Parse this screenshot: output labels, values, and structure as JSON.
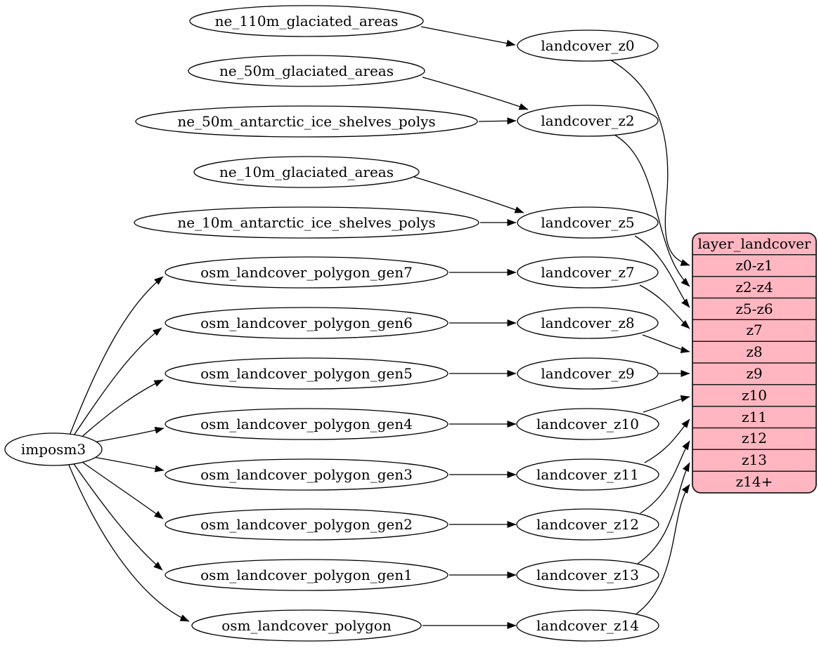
{
  "diagram_type": "graphviz-flow",
  "colors": {
    "background": "#ffffff",
    "node_fill": "#ffffff",
    "node_stroke": "#000000",
    "edge_stroke": "#000000",
    "table_fill": "#ffb6c1",
    "table_stroke": "#1a1a1a",
    "text": "#000000"
  },
  "root": {
    "label": "imposm3"
  },
  "sources": [
    "ne_110m_glaciated_areas",
    "ne_50m_glaciated_areas",
    "ne_50m_antarctic_ice_shelves_polys",
    "ne_10m_glaciated_areas",
    "ne_10m_antarctic_ice_shelves_polys",
    "osm_landcover_polygon_gen7",
    "osm_landcover_polygon_gen6",
    "osm_landcover_polygon_gen5",
    "osm_landcover_polygon_gen4",
    "osm_landcover_polygon_gen3",
    "osm_landcover_polygon_gen2",
    "osm_landcover_polygon_gen1",
    "osm_landcover_polygon"
  ],
  "intermediates": [
    "landcover_z0",
    "landcover_z2",
    "landcover_z5",
    "landcover_z7",
    "landcover_z8",
    "landcover_z9",
    "landcover_z10",
    "landcover_z11",
    "landcover_z12",
    "landcover_z13",
    "landcover_z14"
  ],
  "table": {
    "title": "layer_landcover",
    "rows": [
      "z0-z1",
      "z2-z4",
      "z5-z6",
      "z7",
      "z8",
      "z9",
      "z10",
      "z11",
      "z12",
      "z13",
      "z14+"
    ]
  },
  "edges": [
    "imposm3 -> osm_landcover_polygon_gen7",
    "imposm3 -> osm_landcover_polygon_gen6",
    "imposm3 -> osm_landcover_polygon_gen5",
    "imposm3 -> osm_landcover_polygon_gen4",
    "imposm3 -> osm_landcover_polygon_gen3",
    "imposm3 -> osm_landcover_polygon_gen2",
    "imposm3 -> osm_landcover_polygon_gen1",
    "imposm3 -> osm_landcover_polygon",
    "ne_110m_glaciated_areas -> landcover_z0",
    "ne_50m_glaciated_areas -> landcover_z2",
    "ne_50m_antarctic_ice_shelves_polys -> landcover_z2",
    "ne_10m_glaciated_areas -> landcover_z5",
    "ne_10m_antarctic_ice_shelves_polys -> landcover_z5",
    "osm_landcover_polygon_gen7 -> landcover_z7",
    "osm_landcover_polygon_gen6 -> landcover_z8",
    "osm_landcover_polygon_gen5 -> landcover_z9",
    "osm_landcover_polygon_gen4 -> landcover_z10",
    "osm_landcover_polygon_gen3 -> landcover_z11",
    "osm_landcover_polygon_gen2 -> landcover_z12",
    "osm_landcover_polygon_gen1 -> landcover_z13",
    "osm_landcover_polygon -> landcover_z14",
    "landcover_z0 -> layer_landcover:z0-z1",
    "landcover_z2 -> layer_landcover:z2-z4",
    "landcover_z5 -> layer_landcover:z5-z6",
    "landcover_z7 -> layer_landcover:z7",
    "landcover_z8 -> layer_landcover:z8",
    "landcover_z9 -> layer_landcover:z9",
    "landcover_z10 -> layer_landcover:z10",
    "landcover_z11 -> layer_landcover:z11",
    "landcover_z12 -> layer_landcover:z12",
    "landcover_z13 -> layer_landcover:z13",
    "landcover_z14 -> layer_landcover:z14+"
  ]
}
